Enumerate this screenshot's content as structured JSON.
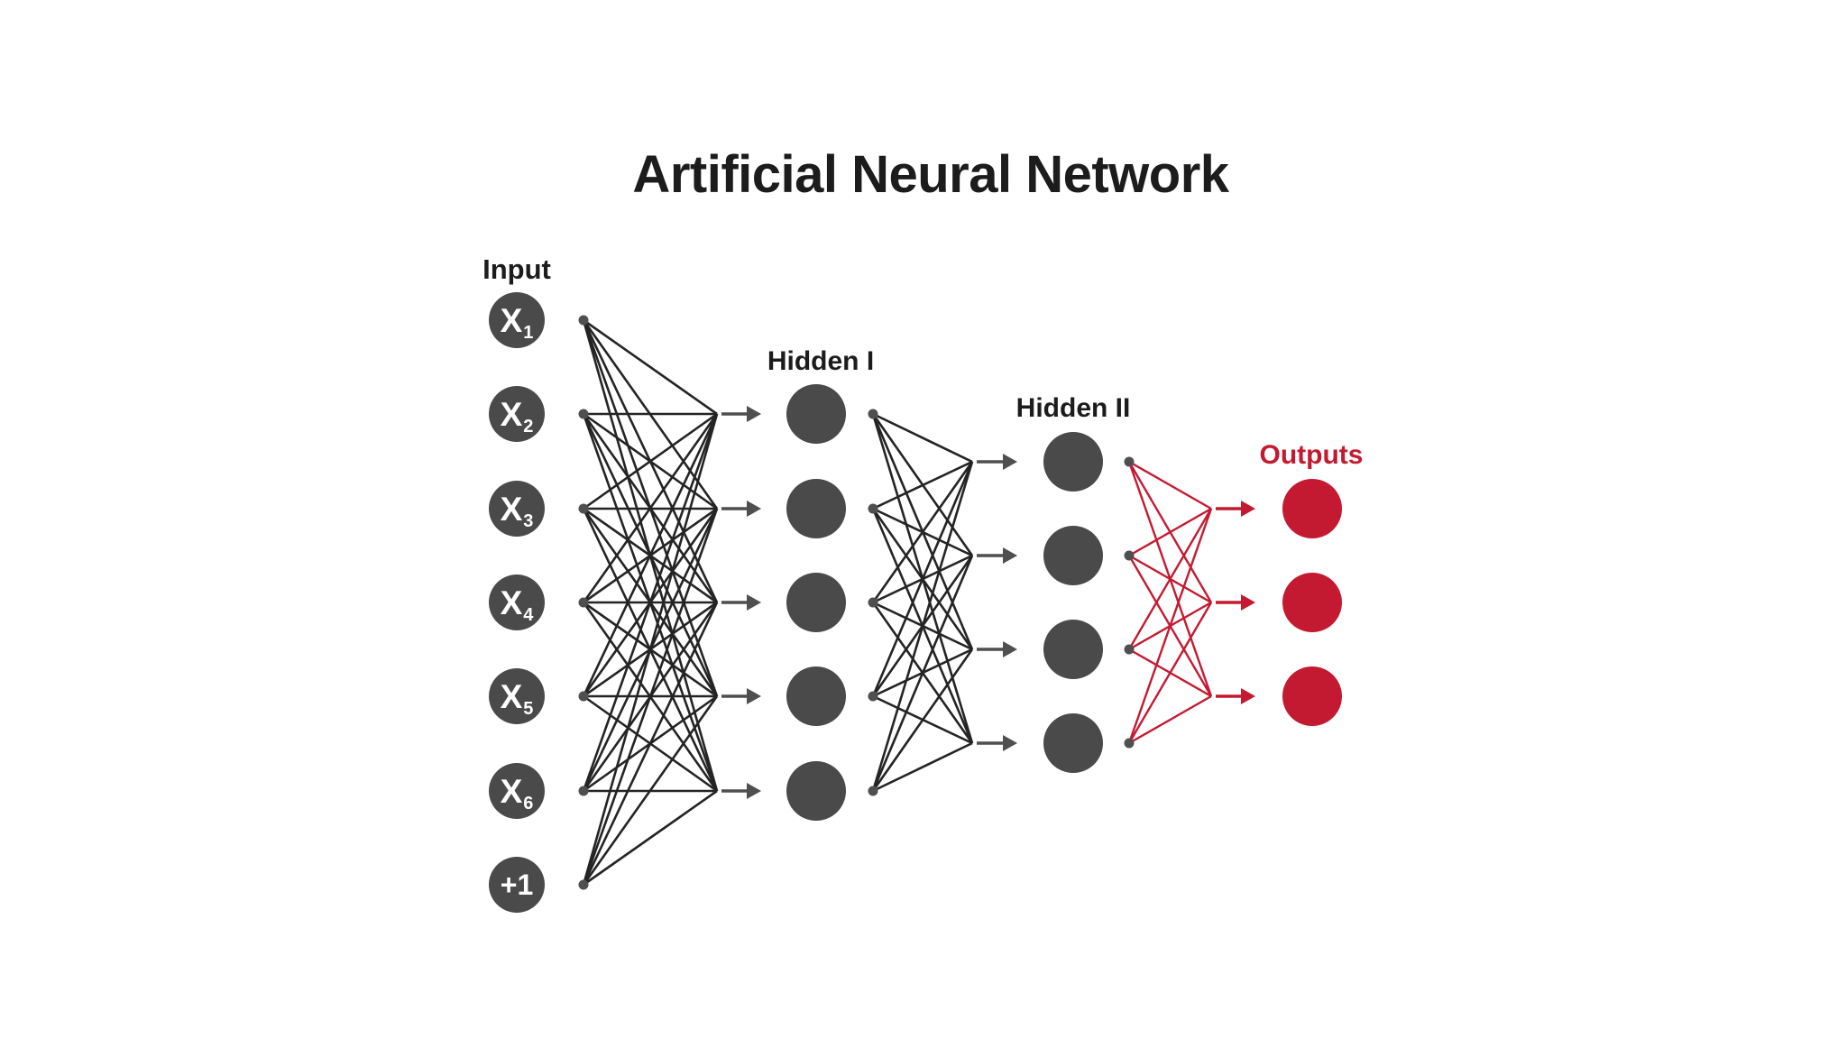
{
  "diagram": {
    "title": "Artificial Neural Network",
    "layers": [
      {
        "name": "input",
        "label": "Input",
        "node_labels": [
          {
            "base": "X",
            "sub": "1"
          },
          {
            "base": "X",
            "sub": "2"
          },
          {
            "base": "X",
            "sub": "3"
          },
          {
            "base": "X",
            "sub": "4"
          },
          {
            "base": "X",
            "sub": "5"
          },
          {
            "base": "X",
            "sub": "6"
          },
          {
            "base": "+1",
            "sub": ""
          }
        ]
      },
      {
        "name": "hidden-1",
        "label": "Hidden I",
        "node_count": 5
      },
      {
        "name": "hidden-2",
        "label": "Hidden II",
        "node_count": 4
      },
      {
        "name": "outputs",
        "label": "Outputs",
        "node_count": 3
      }
    ],
    "colors": {
      "background": "#ffffff",
      "title_text": "#1c1c1c",
      "layer_label_text": "#1c1c1c",
      "node_gray": "#4a4a4a",
      "node_label_text": "#ffffff",
      "connection_line": "#242424",
      "arrow_dot_gray": "#4f4f4f",
      "accent_red": "#c41a31"
    }
  }
}
